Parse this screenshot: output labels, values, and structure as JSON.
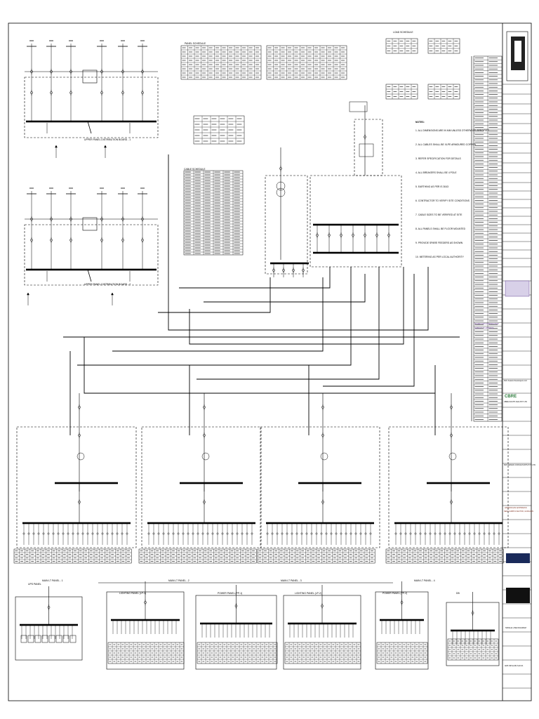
{
  "sheet": {
    "project_title": "AMERICAN EXPRESS",
    "project_subtitle": "NEW CAMPUS SECTOR, GURGAON",
    "drawing_title": "SINGLE LINE DIAGRAM",
    "drawing_number": "AMX-NIP-E-DD-SLD-01",
    "consultant": "CBRE",
    "consultant_full": "CBRE SOUTH ASIA PVT LTD",
    "designer": "SKP DESIGN CONSULTANTS PVT. LTD.",
    "client": "DLF Assets Developers Ltd",
    "stamp_text": [
      "ISSUED FOR CONSTRUCTION",
      "SUBJECT TO APPROVAL"
    ]
  },
  "panels_top": [
    {
      "caption": "UPPER PANEL DISTRIBUTION BOARD - 1"
    },
    {
      "caption": "UPPER PANEL DISTRIBUTION BOARD - 2"
    }
  ],
  "panels_mid": [
    {
      "caption": "MAIN LT PANEL - 1"
    },
    {
      "caption": "MAIN LT PANEL - 2"
    },
    {
      "caption": "MAIN LT PANEL - 3"
    },
    {
      "caption": "MAIN LT PANEL - 4"
    }
  ],
  "panels_bottom": [
    {
      "caption": "UPS PANEL"
    },
    {
      "caption": "LIGHTING PANEL (LP-1)"
    },
    {
      "caption": "POWER PANEL (PP-1)"
    },
    {
      "caption": "LIGHTING PANEL (LP-2)"
    },
    {
      "caption": "POWER PANEL (PP-2)"
    },
    {
      "caption": "DB"
    }
  ],
  "notes_title": "NOTES:",
  "notes": [
    "1. ALL DIMENSIONS ARE IN MM UNLESS OTHERWISE SPECIFIED",
    "2. ALL CABLES SHALL BE XLPE ARMOURED COPPER",
    "3. REFER SPECIFICATION FOR DETAILS",
    "4. ALL BREAKERS SHALL BE 4 POLE",
    "5. EARTHING AS PER IS 3043",
    "6. CONTRACTOR TO VERIFY SITE CONDITIONS",
    "7. CABLE SIZES TO BE VERIFIED AT SITE",
    "8. ALL PANELS SHALL BE FLOOR MOUNTED",
    "9. PROVIDE SPARE FEEDERS AS SHOWN",
    "10. METERING AS PER LOCAL AUTHORITY"
  ],
  "table_titles": [
    "CABLE SCHEDULE",
    "LOAD SCHEDULE",
    "PANEL SCHEDULE"
  ]
}
